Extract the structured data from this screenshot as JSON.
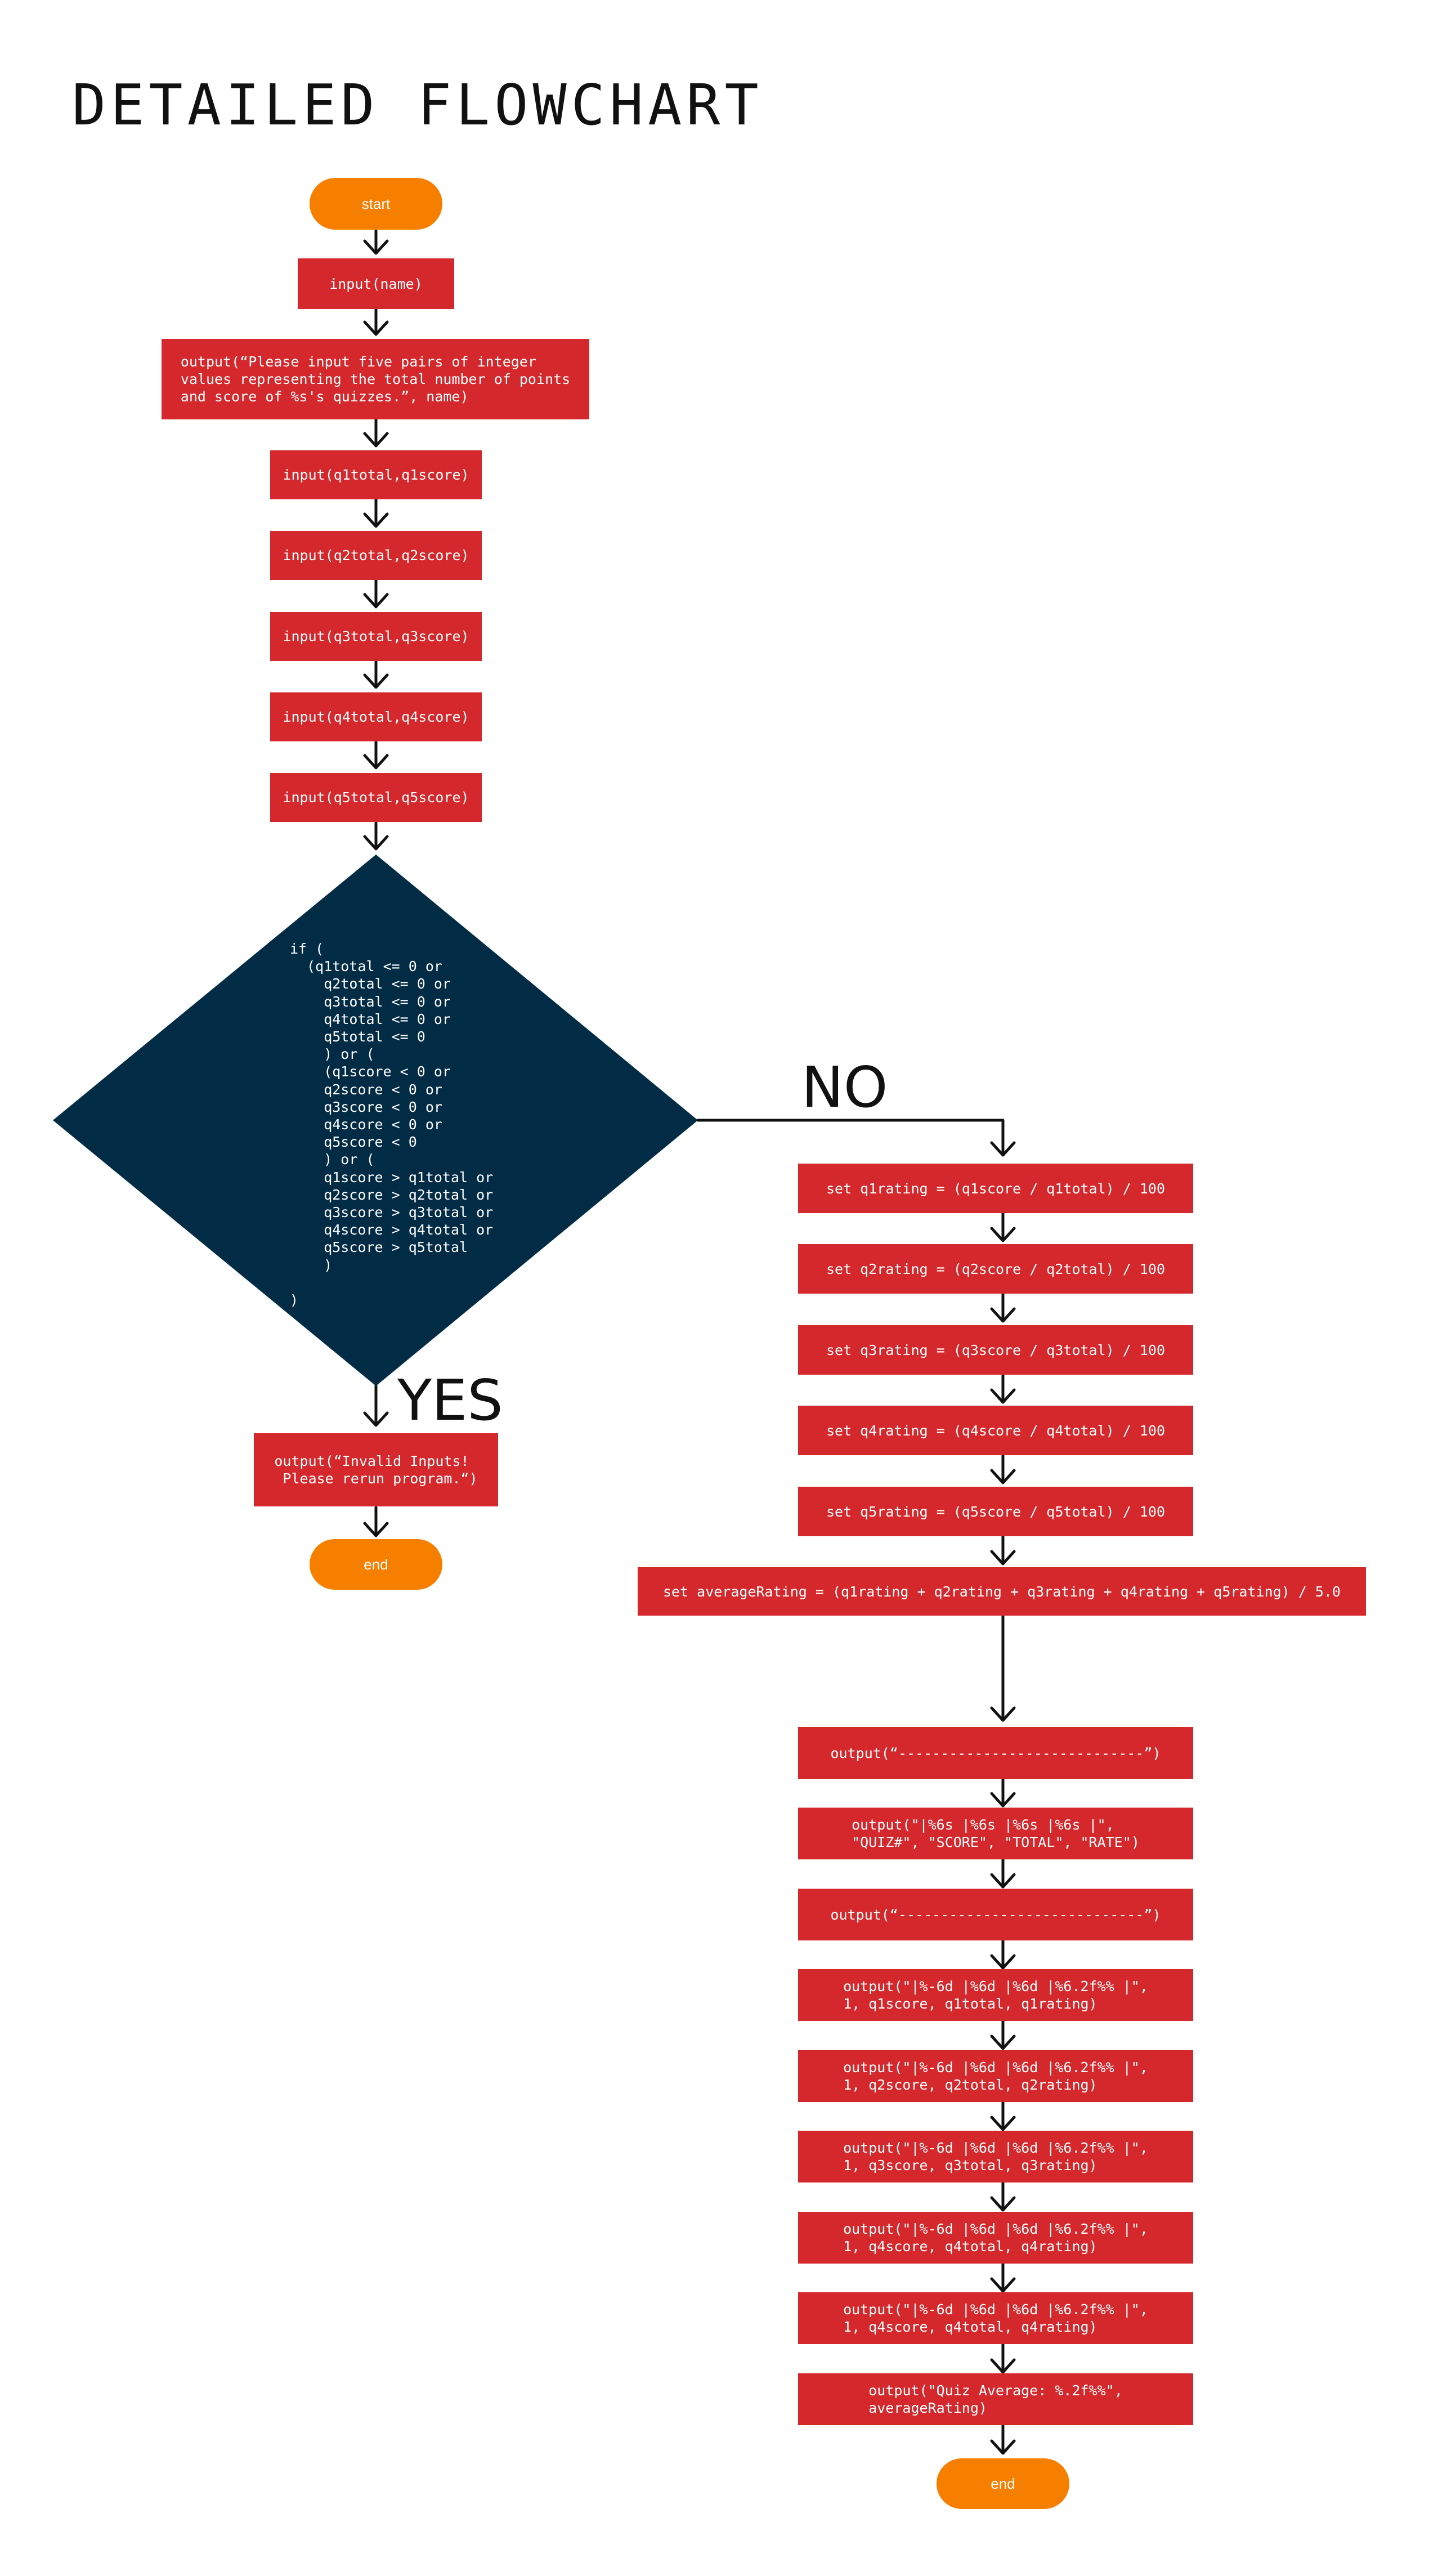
{
  "title": "DETAILED FLOWCHART",
  "colors": {
    "process": "#d4282c",
    "terminal": "#f77f00",
    "decision": "#022b46",
    "connector": "#111111"
  },
  "left": {
    "start": "start",
    "input_name": "input(name)",
    "prompt": "output(“Please input five pairs of integer\nvalues representing the total number of points\nand score of %s's quizzes.”, name)",
    "input_q1": "input(q1total,q1score)",
    "input_q2": "input(q2total,q2score)",
    "input_q3": "input(q3total,q3score)",
    "input_q4": "input(q4total,q4score)",
    "input_q5": "input(q5total,q5score)",
    "decision": "if (\n  (q1total <= 0 or\n    q2total <= 0 or\n    q3total <= 0 or\n    q4total <= 0 or\n    q5total <= 0\n    ) or (\n    (q1score < 0 or\n    q2score < 0 or\n    q3score < 0 or\n    q4score < 0 or\n    q5score < 0\n    ) or (\n    q1score > q1total or\n    q2score > q2total or\n    q3score > q3total or\n    q4score > q4total or\n    q5score > q5total\n    )\n\n)",
    "yes_label": "YES",
    "invalid": "output(“Invalid Inputs!\n Please rerun program.“)",
    "end": "end"
  },
  "right": {
    "no_label": "NO",
    "set_q1": "set q1rating = (q1score / q1total) / 100",
    "set_q2": "set q2rating = (q2score / q2total) / 100",
    "set_q3": "set q3rating = (q3score / q3total) / 100",
    "set_q4": "set q4rating = (q4score / q4total) / 100",
    "set_q5": "set q5rating = (q5score / q5total) / 100",
    "set_avg": "set averageRating = (q1rating + q2rating + q3rating + q4rating + q5rating) / 5.0",
    "sep1": "output(“-----------------------------”)",
    "header": "output(\"|%6s |%6s |%6s |%6s |\",\n\"QUIZ#\", \"SCORE\", \"TOTAL\", \"RATE\")",
    "sep2": "output(“-----------------------------”)",
    "row1": "output(\"|%-6d |%6d |%6d |%6.2f%% |\",\n1, q1score, q1total, q1rating)",
    "row2": "output(\"|%-6d |%6d |%6d |%6.2f%% |\",\n1, q2score, q2total, q2rating)",
    "row3": "output(\"|%-6d |%6d |%6d |%6.2f%% |\",\n1, q3score, q3total, q3rating)",
    "row4": "output(\"|%-6d |%6d |%6d |%6.2f%% |\",\n1, q4score, q4total, q4rating)",
    "row5": "output(\"|%-6d |%6d |%6d |%6.2f%% |\",\n1, q4score, q4total, q4rating)",
    "quiz_avg": "output(\"Quiz Average: %.2f%%\",\naverageRating)",
    "end": "end"
  }
}
